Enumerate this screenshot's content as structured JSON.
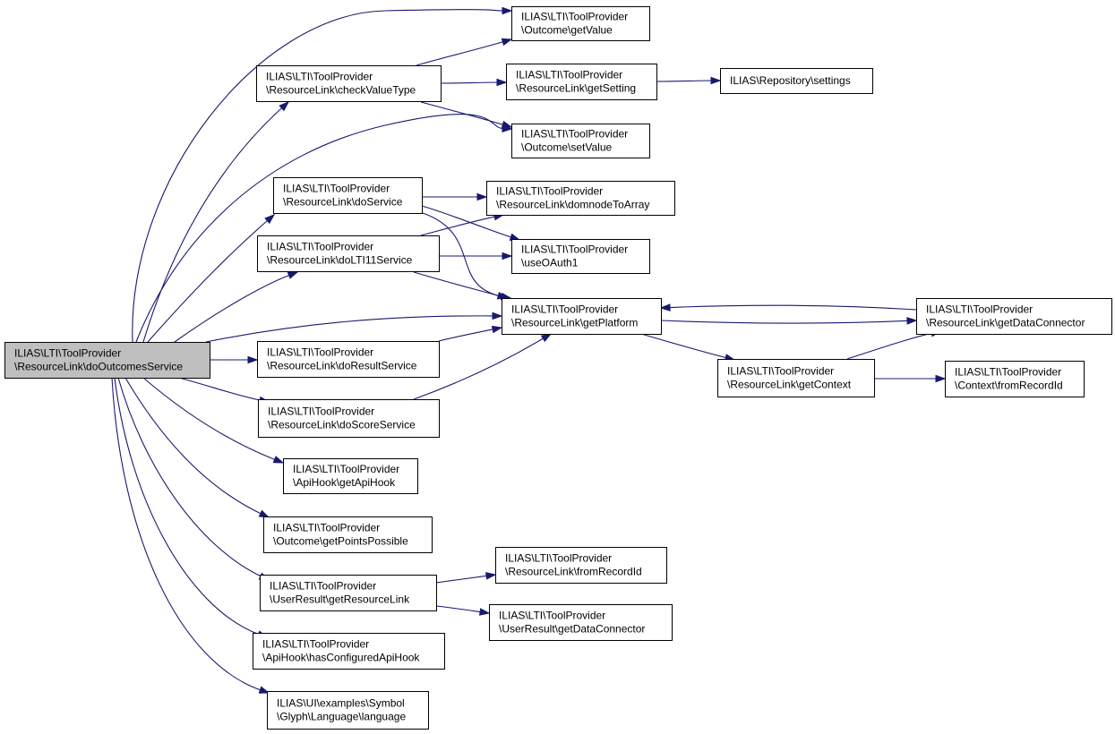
{
  "colors": {
    "edge": "#191970",
    "node_fill": "#ffffff",
    "root_fill": "#bfbfbf",
    "node_border": "#000000"
  },
  "nodes": [
    {
      "id": "root",
      "root": true,
      "lines": [
        "ILIAS\\LTI\\ToolProvider",
        "\\ResourceLink\\doOutcomesService"
      ]
    },
    {
      "id": "outcome_getvalue",
      "lines": [
        "ILIAS\\LTI\\ToolProvider",
        "\\Outcome\\getValue"
      ]
    },
    {
      "id": "rl_checkvaluetype",
      "lines": [
        "ILIAS\\LTI\\ToolProvider",
        "\\ResourceLink\\checkValueType"
      ]
    },
    {
      "id": "rl_getsetting",
      "lines": [
        "ILIAS\\LTI\\ToolProvider",
        "\\ResourceLink\\getSetting"
      ]
    },
    {
      "id": "repo_settings",
      "lines": [
        "ILIAS\\Repository\\settings"
      ]
    },
    {
      "id": "outcome_setvalue",
      "lines": [
        "ILIAS\\LTI\\ToolProvider",
        "\\Outcome\\setValue"
      ]
    },
    {
      "id": "rl_doservice",
      "lines": [
        "ILIAS\\LTI\\ToolProvider",
        "\\ResourceLink\\doService"
      ]
    },
    {
      "id": "rl_domnodetoarray",
      "lines": [
        "ILIAS\\LTI\\ToolProvider",
        "\\ResourceLink\\domnodeToArray"
      ]
    },
    {
      "id": "rl_dolti11service",
      "lines": [
        "ILIAS\\LTI\\ToolProvider",
        "\\ResourceLink\\doLTI11Service"
      ]
    },
    {
      "id": "useoauth1",
      "lines": [
        "ILIAS\\LTI\\ToolProvider",
        "\\useOAuth1"
      ]
    },
    {
      "id": "rl_getplatform",
      "lines": [
        "ILIAS\\LTI\\ToolProvider",
        "\\ResourceLink\\getPlatform"
      ]
    },
    {
      "id": "rl_getdataconnector",
      "lines": [
        "ILIAS\\LTI\\ToolProvider",
        "\\ResourceLink\\getDataConnector"
      ]
    },
    {
      "id": "rl_doresultservice",
      "lines": [
        "ILIAS\\LTI\\ToolProvider",
        "\\ResourceLink\\doResultService"
      ]
    },
    {
      "id": "rl_getcontext",
      "lines": [
        "ILIAS\\LTI\\ToolProvider",
        "\\ResourceLink\\getContext"
      ]
    },
    {
      "id": "context_fromrecordid",
      "lines": [
        "ILIAS\\LTI\\ToolProvider",
        "\\Context\\fromRecordId"
      ]
    },
    {
      "id": "rl_doscoreservice",
      "lines": [
        "ILIAS\\LTI\\ToolProvider",
        "\\ResourceLink\\doScoreService"
      ]
    },
    {
      "id": "apihook_getapihook",
      "lines": [
        "ILIAS\\LTI\\ToolProvider",
        "\\ApiHook\\getApiHook"
      ]
    },
    {
      "id": "outcome_getpointspossible",
      "lines": [
        "ILIAS\\LTI\\ToolProvider",
        "\\Outcome\\getPointsPossible"
      ]
    },
    {
      "id": "ur_getresourcelink",
      "lines": [
        "ILIAS\\LTI\\ToolProvider",
        "\\UserResult\\getResourceLink"
      ]
    },
    {
      "id": "rl_fromrecordid",
      "lines": [
        "ILIAS\\LTI\\ToolProvider",
        "\\ResourceLink\\fromRecordId"
      ]
    },
    {
      "id": "ur_getdataconnector",
      "lines": [
        "ILIAS\\LTI\\ToolProvider",
        "\\UserResult\\getDataConnector"
      ]
    },
    {
      "id": "apihook_hasconfigured",
      "lines": [
        "ILIAS\\LTI\\ToolProvider",
        "\\ApiHook\\hasConfiguredApiHook"
      ]
    },
    {
      "id": "ui_language",
      "lines": [
        "ILIAS\\UI\\examples\\Symbol",
        "\\Glyph\\Language\\language"
      ]
    }
  ],
  "edges": [
    {
      "from": "root",
      "to": "outcome_getvalue"
    },
    {
      "from": "root",
      "to": "rl_checkvaluetype"
    },
    {
      "from": "root",
      "to": "outcome_setvalue"
    },
    {
      "from": "root",
      "to": "rl_doservice"
    },
    {
      "from": "root",
      "to": "rl_dolti11service"
    },
    {
      "from": "root",
      "to": "rl_getplatform"
    },
    {
      "from": "root",
      "to": "rl_doresultservice"
    },
    {
      "from": "root",
      "to": "rl_doscoreservice"
    },
    {
      "from": "root",
      "to": "apihook_getapihook"
    },
    {
      "from": "root",
      "to": "outcome_getpointspossible"
    },
    {
      "from": "root",
      "to": "ur_getresourcelink"
    },
    {
      "from": "root",
      "to": "apihook_hasconfigured"
    },
    {
      "from": "root",
      "to": "ui_language"
    },
    {
      "from": "rl_checkvaluetype",
      "to": "outcome_getvalue"
    },
    {
      "from": "rl_checkvaluetype",
      "to": "rl_getsetting"
    },
    {
      "from": "rl_checkvaluetype",
      "to": "outcome_setvalue"
    },
    {
      "from": "rl_getsetting",
      "to": "repo_settings"
    },
    {
      "from": "rl_doservice",
      "to": "rl_domnodetoarray"
    },
    {
      "from": "rl_doservice",
      "to": "useoauth1"
    },
    {
      "from": "rl_doservice",
      "to": "rl_getplatform"
    },
    {
      "from": "rl_dolti11service",
      "to": "rl_domnodetoarray"
    },
    {
      "from": "rl_dolti11service",
      "to": "useoauth1"
    },
    {
      "from": "rl_dolti11service",
      "to": "rl_getplatform"
    },
    {
      "from": "rl_doresultservice",
      "to": "rl_getplatform"
    },
    {
      "from": "rl_doscoreservice",
      "to": "rl_getplatform"
    },
    {
      "from": "rl_getplatform",
      "to": "rl_getdataconnector"
    },
    {
      "from": "rl_getplatform",
      "to": "rl_getcontext"
    },
    {
      "from": "rl_getdataconnector",
      "to": "rl_getplatform"
    },
    {
      "from": "rl_getcontext",
      "to": "rl_getdataconnector"
    },
    {
      "from": "rl_getcontext",
      "to": "context_fromrecordid"
    },
    {
      "from": "ur_getresourcelink",
      "to": "rl_fromrecordid"
    },
    {
      "from": "ur_getresourcelink",
      "to": "ur_getdataconnector"
    }
  ]
}
